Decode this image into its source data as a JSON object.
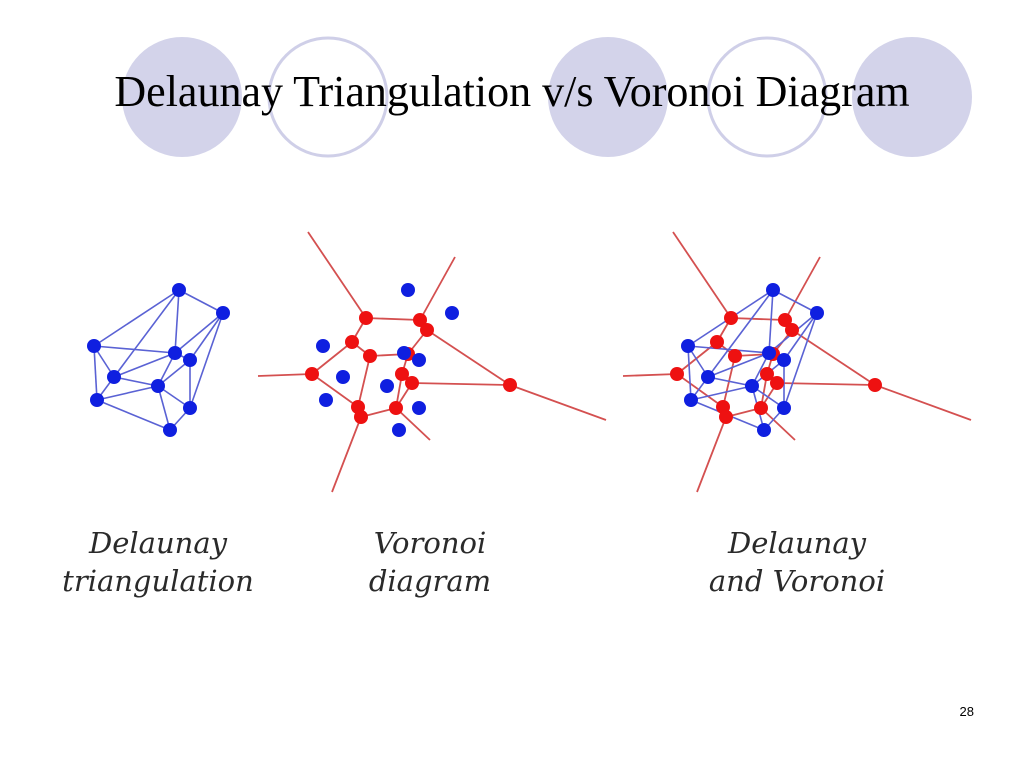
{
  "slide": {
    "title": "Delaunay Triangulation v/s Voronoi Diagram",
    "page_number": "28"
  },
  "colors": {
    "circle_fill": "#d3d3ea",
    "circle_outline": "#cfcfe8",
    "site": "#0f1fe0",
    "voronoi_vertex": "#ee1111",
    "delaunay_edge": "#5a62d4",
    "voronoi_edge": "#d45050"
  },
  "panels": [
    {
      "id": "delaunay",
      "caption": [
        "Delaunay",
        "triangulation"
      ]
    },
    {
      "id": "voronoi",
      "caption": [
        "Voronoi",
        "diagram"
      ]
    },
    {
      "id": "both",
      "caption": [
        "Delaunay",
        "and Voronoi"
      ]
    }
  ]
}
